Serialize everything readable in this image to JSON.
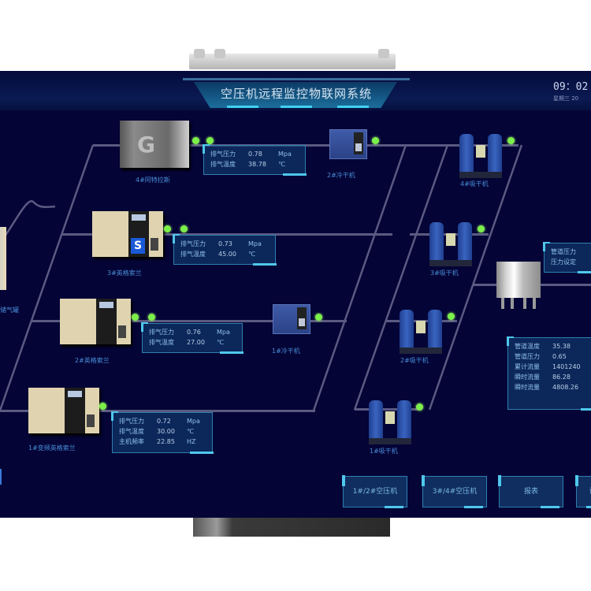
{
  "header": {
    "title": "空压机远程监控物联网系统",
    "time": "09：02",
    "date_label": "星期三  20"
  },
  "compressors": [
    {
      "name": "4#阿特拉斯",
      "pressure_label": "排气压力",
      "pressure": "0.78",
      "pressure_unit": "Mpa",
      "temp_label": "排气温度",
      "temp": "38.78",
      "temp_unit": "℃"
    },
    {
      "name": "3#英格索兰",
      "pressure_label": "排气压力",
      "pressure": "0.73",
      "pressure_unit": "Mpa",
      "temp_label": "排气温度",
      "temp": "45.00",
      "temp_unit": "℃"
    },
    {
      "name": "2#英格索兰",
      "pressure_label": "排气压力",
      "pressure": "0.76",
      "pressure_unit": "Mpa",
      "temp_label": "排气温度",
      "temp": "27.00",
      "temp_unit": "℃"
    },
    {
      "name": "1#变频英格索兰",
      "pressure_label": "排气压力",
      "pressure": "0.72",
      "pressure_unit": "Mpa",
      "temp_label": "排气温度",
      "temp": "30.00",
      "temp_unit": "℃",
      "freq_label": "主机频率",
      "freq": "22.85",
      "freq_unit": "HZ"
    }
  ],
  "cold_dryers": [
    {
      "name": "2#冷干机"
    },
    {
      "name": "1#冷干机"
    }
  ],
  "adsorption_dryers": [
    {
      "name": "4#吸干机"
    },
    {
      "name": "3#吸干机"
    },
    {
      "name": "2#吸干机"
    },
    {
      "name": "1#吸干机"
    }
  ],
  "left_device": {
    "name": "储气罐"
  },
  "tank_panel": {
    "rows": [
      {
        "label": "管道压力",
        "value": ""
      },
      {
        "label": "压力设定",
        "value": ""
      }
    ]
  },
  "stats_panel": {
    "rows": [
      {
        "label": "管道温度",
        "value": "35.38"
      },
      {
        "label": "管道压力",
        "value": "0.65"
      },
      {
        "label": "累计流量",
        "value": "1401240"
      },
      {
        "label": "瞬时流量",
        "value": "86.28"
      },
      {
        "label": "瞬时流量",
        "value": "4808.26"
      }
    ]
  },
  "buttons": [
    {
      "label": "1#/2#空压机"
    },
    {
      "label": "3#/4#空压机"
    },
    {
      "label": "报表"
    },
    {
      "label": "设"
    }
  ],
  "colors": {
    "background": "#040436",
    "status_ok": "#7cf04a",
    "accent": "#4fc8ec",
    "pipe": "#5a5a82"
  }
}
